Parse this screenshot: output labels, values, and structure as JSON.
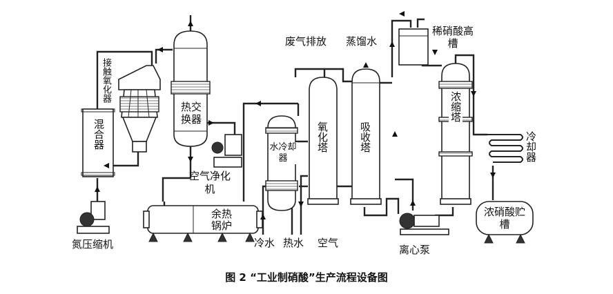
{
  "labels": {
    "mixer": "混合器",
    "contact_oxidizer": "接触氧化器",
    "heat_exchanger": "热交换器",
    "air_purifier": "空气净化机",
    "water_cooler": "水冷却器",
    "oxidation_tower": "氧化塔",
    "absorption_tower": "吸收塔",
    "waste_gas": "废气排放",
    "distilled_water": "蒸馏水",
    "dilute_tank": "稀硝酸高槽",
    "concentration_tower": "浓缩塔",
    "condenser": "冷却器",
    "conc_storage": "浓硝酸贮槽",
    "waste_heat_boiler": "余热锅炉",
    "ammonia_compressor": "氮压缩机",
    "cold_water": "冷水",
    "hot_water": "热水",
    "air": "空气",
    "centrifugal_pump": "离心泵"
  },
  "caption": "图 2 “工业制硝酸”生产流程设备图"
}
